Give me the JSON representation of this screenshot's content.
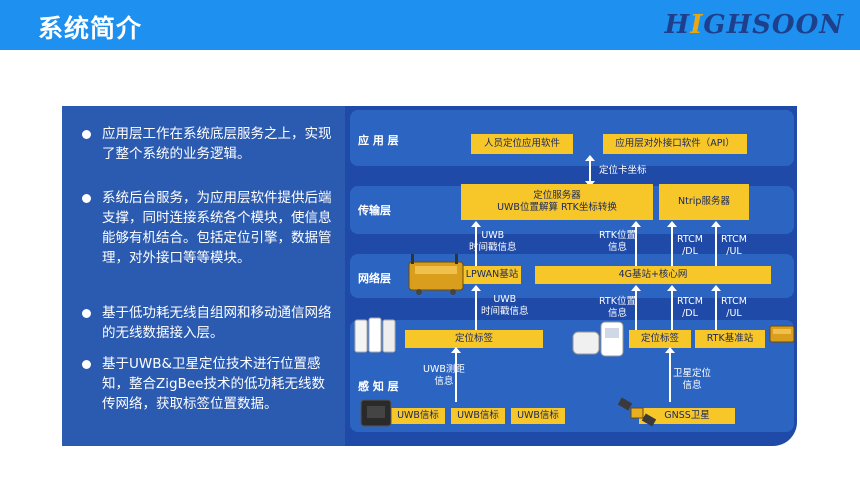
{
  "header": {
    "title": "系统简介",
    "logo_prefix": "H",
    "logo_accent": "I",
    "logo_suffix": "GHSOON",
    "bar_color": "#1e90f0"
  },
  "bullets": [
    "应用层工作在系统底层服务之上，实现了整个系统的业务逻辑。",
    "系统后台服务，为应用层软件提供后端支撑，同时连接系统各个模块，使信息能够有机结合。包括定位引擎，数据管理，对外接口等等模块。",
    "基于低功耗无线自组网和移动通信网络的无线数据接入层。",
    "基于UWB&卫星定位技术进行位置感知，整合ZigBee技术的低功耗无线数传网络，获取标签位置数据。"
  ],
  "diagram": {
    "layers": {
      "application": "应 用 层",
      "transport": "传输层",
      "network": "网络层",
      "perception": "感 知 层"
    },
    "boxes": {
      "personnel_app": "人员定位应用软件",
      "external_api": "应用层对外接口软件（API）",
      "positioning_server_l1": "定位服务器",
      "positioning_server_l2": "UWB位置解算   RTK坐标转换",
      "ntrip_server": "Ntrip服务器",
      "lpwan_station": "LPWAN基站",
      "core_network": "4G基站+核心网",
      "tag_left": "定位标签",
      "tag_right": "定位标签",
      "rtk_station": "RTK基准站",
      "uwb_beacons": [
        "UWB信标",
        "UWB信标",
        "UWB信标"
      ],
      "gnss": "GNSS卫星"
    },
    "labels": {
      "tag_coords": "定位卡坐标",
      "uwb_time_info_top": "UWB\n时间戳信息",
      "rtk_pos_info_top": "RTK位置\n信息",
      "rtcm_dl_top": "RTCM\n/DL",
      "rtcm_ul_top": "RTCM\n/UL",
      "uwb_time_info_mid": "UWB\n时间戳信息",
      "rtk_pos_info_mid": "RTK位置\n信息",
      "rtcm_dl_mid": "RTCM\n/DL",
      "rtcm_ul_mid": "RTCM\n/UL",
      "uwb_ranging_info": "UWB测距\n信息",
      "satellite_pos_info": "卫星定位\n信息"
    },
    "colors": {
      "panel": "#2b5bb0",
      "diagram_bg": "#1f4aa8",
      "layer_band": "#2c64c2",
      "box_yellow": "#f7c629"
    }
  }
}
